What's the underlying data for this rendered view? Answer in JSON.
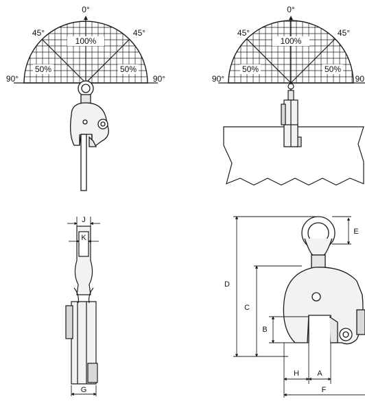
{
  "diagram_top_left": {
    "angle_top": "0°",
    "angle_left": "45°",
    "angle_right": "45°",
    "angle_left_horizontal": "90°",
    "angle_right_horizontal": "90°",
    "center_load": "100%",
    "left_load": "50%",
    "right_load": "50%"
  },
  "diagram_top_right": {
    "angle_top": "0°",
    "angle_left": "45°",
    "angle_right": "45°",
    "angle_left_horizontal": "90°",
    "angle_right_horizontal": "90",
    "center_load": "100%",
    "left_load": "50%",
    "right_load": "50%"
  },
  "side_view_dimensions": {
    "j": "J",
    "k": "K",
    "g": "G"
  },
  "front_view_dimensions": {
    "e": "E",
    "d": "D",
    "c": "C",
    "b": "B",
    "h": "H",
    "a": "A",
    "f": "F"
  },
  "colors": {
    "line": "#1a1a1a",
    "fill_light": "#f2f2f2",
    "fill_mid": "#d9d9d9"
  }
}
